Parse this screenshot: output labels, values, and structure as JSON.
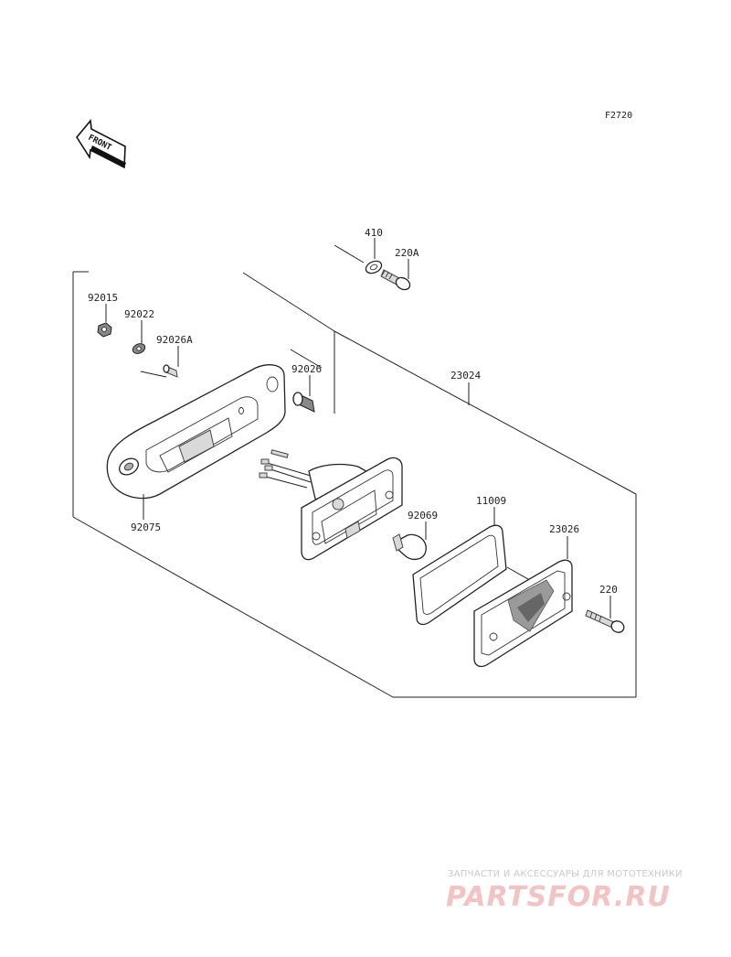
{
  "figure_code": "F2720",
  "front_arrow": {
    "label": "FRONT",
    "icon": "front-direction-arrow"
  },
  "assembly_ref": "23024",
  "parts": {
    "p410": "410",
    "p220A": "220A",
    "p92015": "92015",
    "p92022": "92022",
    "p92026A": "92026A",
    "p92026": "92026",
    "p92075": "92075",
    "p92069": "92069",
    "p11009": "11009",
    "p23026": "23026",
    "p220": "220"
  },
  "watermark": {
    "tagline": "ЗАПЧАСТИ И АКСЕССУАРЫ ДЛЯ МОТОТЕХНИКИ",
    "logo": "PARTSFOR.RU"
  }
}
